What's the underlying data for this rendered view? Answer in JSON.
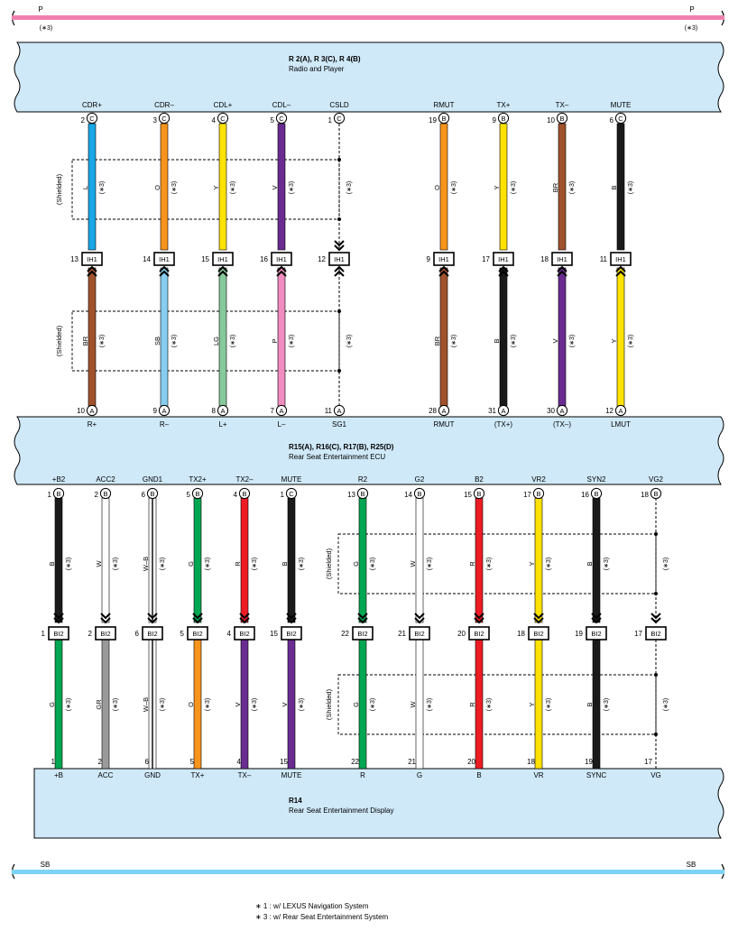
{
  "rails": [
    {
      "label": "P",
      "note": "(∗3)",
      "color": "#f080b0"
    },
    {
      "label": "SB",
      "note": "",
      "color": "#7dd3f5"
    }
  ],
  "components": {
    "radio": {
      "code": "R 2(A), R 3(C), R 4(B)",
      "name": "Radio and Player"
    },
    "ecu": {
      "code": "R15(A), R16(C), R17(B), R25(D)",
      "name": "Rear Seat Entertainment ECU"
    },
    "display": {
      "code": "R14",
      "name": "Rear Seat Entertainment Display"
    }
  },
  "colors": {
    "box_fill": "#cfe9f9",
    "wire_L": "#1aa7e6",
    "wire_O": "#f7941d",
    "wire_Y": "#ffe200",
    "wire_V": "#6a2c91",
    "wire_BR": "#a0522d",
    "wire_B": "#1a1a1a",
    "wire_SB": "#87cdf0",
    "wire_LG": "#86c99a",
    "wire_P": "#f08cbf",
    "wire_G": "#00a651",
    "wire_R": "#ed1c24",
    "wire_GR": "#9a9a9a"
  },
  "upper": {
    "top_pins": [
      {
        "label": "CDR+",
        "pin": "2",
        "conn": "C"
      },
      {
        "label": "CDR–",
        "pin": "3",
        "conn": "C"
      },
      {
        "label": "CDL+",
        "pin": "4",
        "conn": "C"
      },
      {
        "label": "CDL–",
        "pin": "5",
        "conn": "C"
      },
      {
        "label": "CSLD",
        "pin": "1",
        "conn": "C"
      },
      {
        "label": "RMUT",
        "pin": "19",
        "conn": "B"
      },
      {
        "label": "TX+",
        "pin": "9",
        "conn": "B"
      },
      {
        "label": "TX–",
        "pin": "10",
        "conn": "B"
      },
      {
        "label": "MUTE",
        "pin": "6",
        "conn": "C"
      }
    ],
    "wire_top": [
      {
        "code": "L",
        "note": "(∗3)"
      },
      {
        "code": "O",
        "note": "(∗3)"
      },
      {
        "code": "Y",
        "note": "(∗3)"
      },
      {
        "code": "V",
        "note": "(∗3)"
      },
      {
        "code": "",
        "note": "(∗3)"
      },
      {
        "code": "O",
        "note": "(∗3)"
      },
      {
        "code": "Y",
        "note": "(∗3)"
      },
      {
        "code": "BR",
        "note": "(∗3)"
      },
      {
        "code": "B",
        "note": "(∗3)"
      }
    ],
    "junction": "IH1",
    "junction_pins": [
      "13",
      "14",
      "15",
      "16",
      "12",
      "9",
      "17",
      "18",
      "11"
    ],
    "wire_bottom": [
      {
        "code": "BR",
        "note": "(∗3)"
      },
      {
        "code": "SB",
        "note": "(∗3)"
      },
      {
        "code": "LG",
        "note": "(∗3)"
      },
      {
        "code": "P",
        "note": "(∗3)"
      },
      {
        "code": "",
        "note": "(∗3)"
      },
      {
        "code": "BR",
        "note": "(∗3)"
      },
      {
        "code": "B",
        "note": "(∗3)"
      },
      {
        "code": "V",
        "note": "(∗3)"
      },
      {
        "code": "Y",
        "note": "(∗3)"
      }
    ],
    "bottom_pins": [
      {
        "label": "R+",
        "pin": "10",
        "conn": "A"
      },
      {
        "label": "R–",
        "pin": "9",
        "conn": "A"
      },
      {
        "label": "L+",
        "pin": "8",
        "conn": "A"
      },
      {
        "label": "L–",
        "pin": "7",
        "conn": "A"
      },
      {
        "label": "SG1",
        "pin": "11",
        "conn": "A"
      },
      {
        "label": "RMUT",
        "pin": "28",
        "conn": "A"
      },
      {
        "label": "(TX+)",
        "pin": "31",
        "conn": "A"
      },
      {
        "label": "(TX–)",
        "pin": "30",
        "conn": "A"
      },
      {
        "label": "LMUT",
        "pin": "12",
        "conn": "A"
      }
    ]
  },
  "lower": {
    "top_pins": [
      {
        "label": "+B2",
        "pin": "1",
        "conn": "B"
      },
      {
        "label": "ACC2",
        "pin": "2",
        "conn": "B"
      },
      {
        "label": "GND1",
        "pin": "6",
        "conn": "B"
      },
      {
        "label": "TX2+",
        "pin": "5",
        "conn": "B"
      },
      {
        "label": "TX2–",
        "pin": "4",
        "conn": "B"
      },
      {
        "label": "MUTE",
        "pin": "1",
        "conn": "C"
      },
      {
        "label": "R2",
        "pin": "13",
        "conn": "B"
      },
      {
        "label": "G2",
        "pin": "14",
        "conn": "B"
      },
      {
        "label": "B2",
        "pin": "15",
        "conn": "B"
      },
      {
        "label": "VR2",
        "pin": "17",
        "conn": "B"
      },
      {
        "label": "SYN2",
        "pin": "16",
        "conn": "B"
      },
      {
        "label": "VG2",
        "pin": "18",
        "conn": "B"
      }
    ],
    "wire_top": [
      {
        "code": "B",
        "note": "(∗3)"
      },
      {
        "code": "W",
        "note": "(∗3)"
      },
      {
        "code": "W–B",
        "note": "(∗3)"
      },
      {
        "code": "G",
        "note": "(∗3)"
      },
      {
        "code": "R",
        "note": "(∗3)"
      },
      {
        "code": "B",
        "note": "(∗3)"
      },
      {
        "code": "G",
        "note": "(∗3)"
      },
      {
        "code": "W",
        "note": "(∗3)"
      },
      {
        "code": "R",
        "note": "(∗3)"
      },
      {
        "code": "Y",
        "note": "(∗3)"
      },
      {
        "code": "B",
        "note": "(∗3)"
      },
      {
        "code": "",
        "note": "(∗3)"
      }
    ],
    "junction": "BI2",
    "junction_pins": [
      "1",
      "2",
      "6",
      "5",
      "4",
      "15",
      "22",
      "21",
      "20",
      "18",
      "19",
      "17"
    ],
    "wire_bottom": [
      {
        "code": "G",
        "note": "(∗3)"
      },
      {
        "code": "GR",
        "note": "(∗3)"
      },
      {
        "code": "W–B",
        "note": "(∗3)"
      },
      {
        "code": "O",
        "note": "(∗3)"
      },
      {
        "code": "V",
        "note": "(∗3)"
      },
      {
        "code": "V",
        "note": "(∗3)"
      },
      {
        "code": "G",
        "note": "(∗3)"
      },
      {
        "code": "W",
        "note": "(∗3)"
      },
      {
        "code": "R",
        "note": "(∗3)"
      },
      {
        "code": "Y",
        "note": "(∗3)"
      },
      {
        "code": "B",
        "note": "(∗3)"
      },
      {
        "code": "",
        "note": "(∗3)"
      }
    ],
    "bottom_pins": [
      {
        "label": "+B",
        "pin": "1"
      },
      {
        "label": "ACC",
        "pin": "2"
      },
      {
        "label": "GND",
        "pin": "6"
      },
      {
        "label": "TX+",
        "pin": "5"
      },
      {
        "label": "TX–",
        "pin": "4"
      },
      {
        "label": "MUTE",
        "pin": "15"
      },
      {
        "label": "R",
        "pin": "22"
      },
      {
        "label": "G",
        "pin": "21"
      },
      {
        "label": "B",
        "pin": "20"
      },
      {
        "label": "VR",
        "pin": "18"
      },
      {
        "label": "SYNC",
        "pin": "19"
      },
      {
        "label": "VG",
        "pin": "17"
      }
    ]
  },
  "shield_label": "(Shielded)",
  "footnotes": [
    "∗ 1 : w/ LEXUS Navigation System",
    "∗ 3 : w/ Rear Seat Entertainment System"
  ]
}
